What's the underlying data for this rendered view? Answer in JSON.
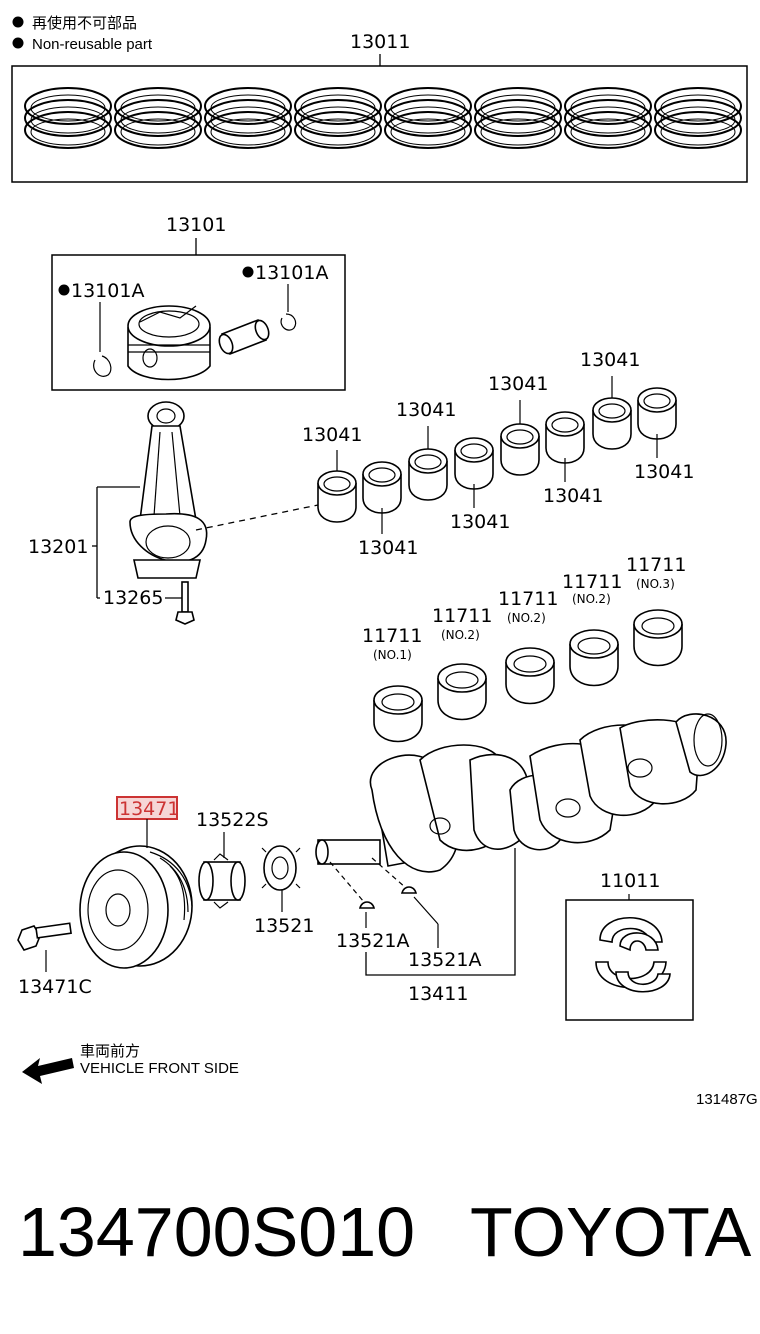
{
  "legend": {
    "line1": "再使用不可部品",
    "line2": "Non-reusable part"
  },
  "labels": {
    "rings": "13011",
    "piston_set": "13101",
    "snap_ring_left": "13101A",
    "snap_ring_right": "13101A",
    "conrod": "13201",
    "conrod_bolt": "13265",
    "conrod_bearing_1": "13041",
    "conrod_bearing_2": "13041",
    "conrod_bearing_3": "13041",
    "conrod_bearing_4": "13041",
    "conrod_bearing_5": "13041",
    "conrod_bearing_6": "13041",
    "conrod_bearing_7": "13041",
    "conrod_bearing_8": "13041",
    "main_bearing_1": "11711",
    "main_bearing_1_sub": "(NO.1)",
    "main_bearing_2": "11711",
    "main_bearing_2_sub": "(NO.2)",
    "main_bearing_3": "11711",
    "main_bearing_3_sub": "(NO.2)",
    "main_bearing_4": "11711",
    "main_bearing_4_sub": "(NO.2)",
    "main_bearing_5": "11711",
    "main_bearing_5_sub": "(NO.3)",
    "pulley": "13471",
    "pulley_bolt": "13471C",
    "sprocket_a": "13522S",
    "sprocket_b": "13521",
    "key_1": "13521A",
    "key_2": "13521A",
    "crankshaft": "13411",
    "thrust_washer": "11011"
  },
  "direction": {
    "jp": "車両前方",
    "en": "VEHICLE FRONT SIDE"
  },
  "figure_id": "131487G",
  "caption": {
    "part_number": "134700S010",
    "brand": "TOYOTA"
  },
  "colors": {
    "highlight": "#cc3333",
    "highlight_fill": "#f6d6d6"
  }
}
